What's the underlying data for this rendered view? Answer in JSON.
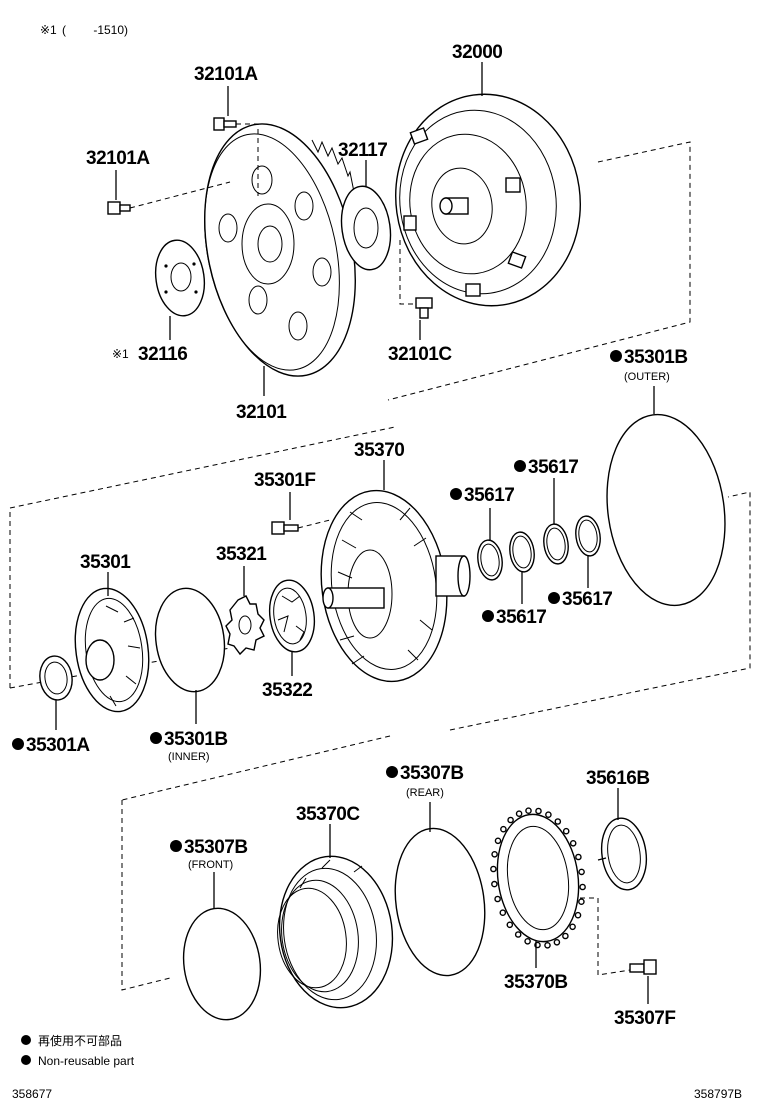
{
  "header": {
    "note_marker": "※1",
    "note_range": "(　　 -1510)"
  },
  "labels": {
    "p32000": "32000",
    "p32101A_top": "32101A",
    "p32101A_left": "32101A",
    "p32117": "32117",
    "p32116_marker": "※1",
    "p32116": "32116",
    "p32101C": "32101C",
    "p32101": "32101",
    "p35301B_outer": "35301B",
    "p35301B_outer_sub": "(OUTER)",
    "p35370": "35370",
    "p35301F": "35301F",
    "p35617_a": "35617",
    "p35617_b": "35617",
    "p35617_c": "35617",
    "p35617_d": "35617",
    "p35301": "35301",
    "p35321": "35321",
    "p35322": "35322",
    "p35301A": "35301A",
    "p35301B_inner": "35301B",
    "p35301B_inner_sub": "(INNER)",
    "p35307B_rear": "35307B",
    "p35307B_rear_sub": "(REAR)",
    "p35616B": "35616B",
    "p35370C": "35370C",
    "p35307B_front": "35307B",
    "p35307B_front_sub": "(FRONT)",
    "p35370B": "35370B",
    "p35307F": "35307F"
  },
  "legend": {
    "jp": "再使用不可部品",
    "en": "Non-reusable part"
  },
  "footer": {
    "left_code": "358677",
    "right_code": "358797B"
  }
}
